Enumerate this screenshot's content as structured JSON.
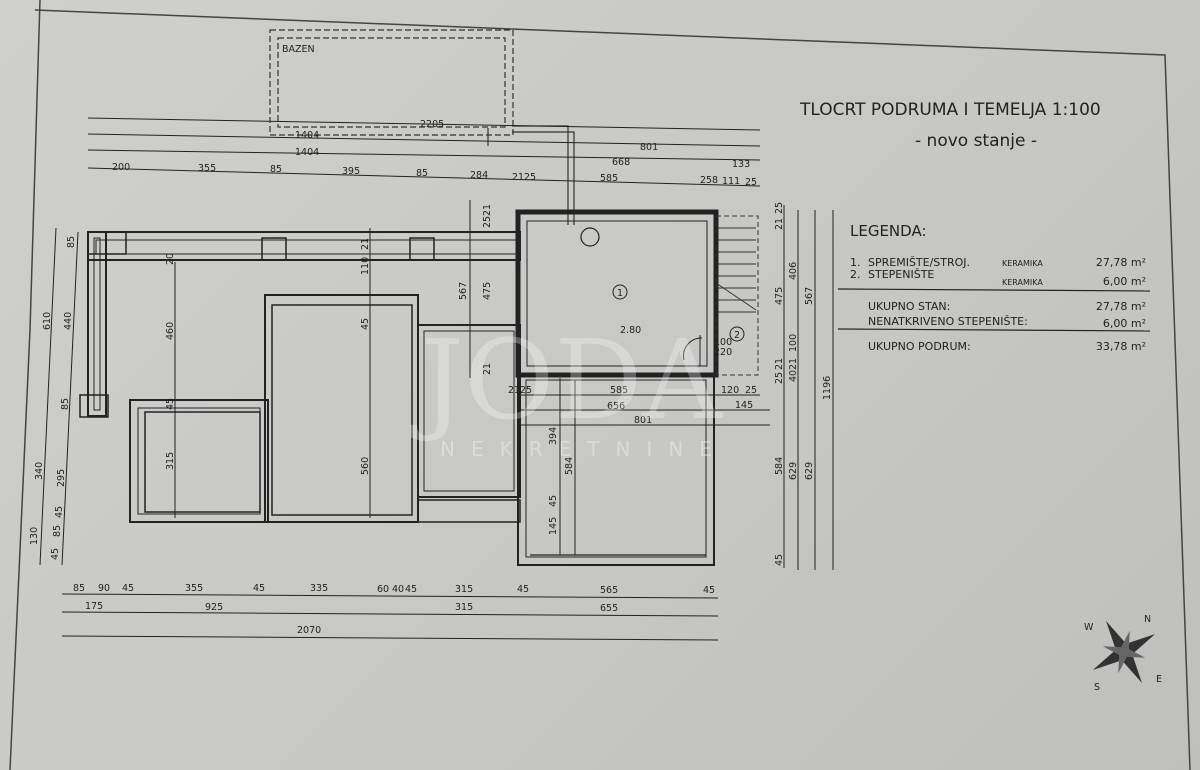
{
  "title": "TLOCRT PODRUMA I TEMELJA 1:100",
  "subtitle": "- novo stanje -",
  "pool_label": "BAZEN",
  "legend": {
    "heading": "LEGENDA:",
    "rooms": [
      {
        "num": "1.",
        "name": "SPREMIŠTE/STROJ.",
        "floor": "KERAMIKA",
        "area": "27,78 m²"
      },
      {
        "num": "2.",
        "name": "STEPENIŠTE",
        "floor": "KERAMIKA",
        "area": "6,00 m²"
      }
    ],
    "totals": [
      {
        "label": "UKUPNO STAN:",
        "area": "27,78 m²"
      },
      {
        "label": "NENATKRIVENO STEPENIŠTE:",
        "area": "6,00 m²"
      },
      {
        "label": "UKUPNO PODRUM:",
        "area": "33,78 m²"
      }
    ]
  },
  "room_numbers": [
    "1",
    "2"
  ],
  "height_mark": "2.80",
  "door_marks": [
    "100",
    "220"
  ],
  "dims": {
    "top1": [
      "2205"
    ],
    "top2": [
      "1404",
      "801"
    ],
    "top3": [
      "1404",
      "668",
      "133"
    ],
    "top4": [
      "200",
      "355",
      "85",
      "395",
      "85",
      "284",
      "21",
      "25",
      "585",
      "25",
      "8",
      "111",
      "25"
    ],
    "bottom1": [
      "85",
      "90",
      "45",
      "355",
      "45",
      "335",
      "60",
      "40",
      "45",
      "315",
      "45",
      "565",
      "45"
    ],
    "bottom2": [
      "175",
      "925",
      "315",
      "655"
    ],
    "bottom3": [
      "2070"
    ],
    "left1": [
      "610",
      "340",
      "130"
    ],
    "left2": [
      "85",
      "440",
      "85",
      "295",
      "45",
      "85",
      "45"
    ],
    "right1": [
      "25",
      "21",
      "475",
      "21",
      "25",
      "584",
      "45"
    ],
    "right2": [
      "406",
      "100",
      "21",
      "40",
      "629"
    ],
    "right3": [
      "567",
      "629"
    ],
    "right4": [
      "1196"
    ],
    "inner": [
      "460",
      "560",
      "315",
      "567",
      "475",
      "21",
      "25",
      "394",
      "584",
      "45",
      "145",
      "585",
      "656",
      "801",
      "120",
      "25",
      "145",
      "21",
      "25",
      "45",
      "20",
      "110",
      "21",
      "45",
      "21"
    ]
  },
  "watermark": {
    "logo": "JODA",
    "sub": "NEKRETNINE"
  },
  "compass": [
    "N",
    "S",
    "E",
    "W"
  ]
}
